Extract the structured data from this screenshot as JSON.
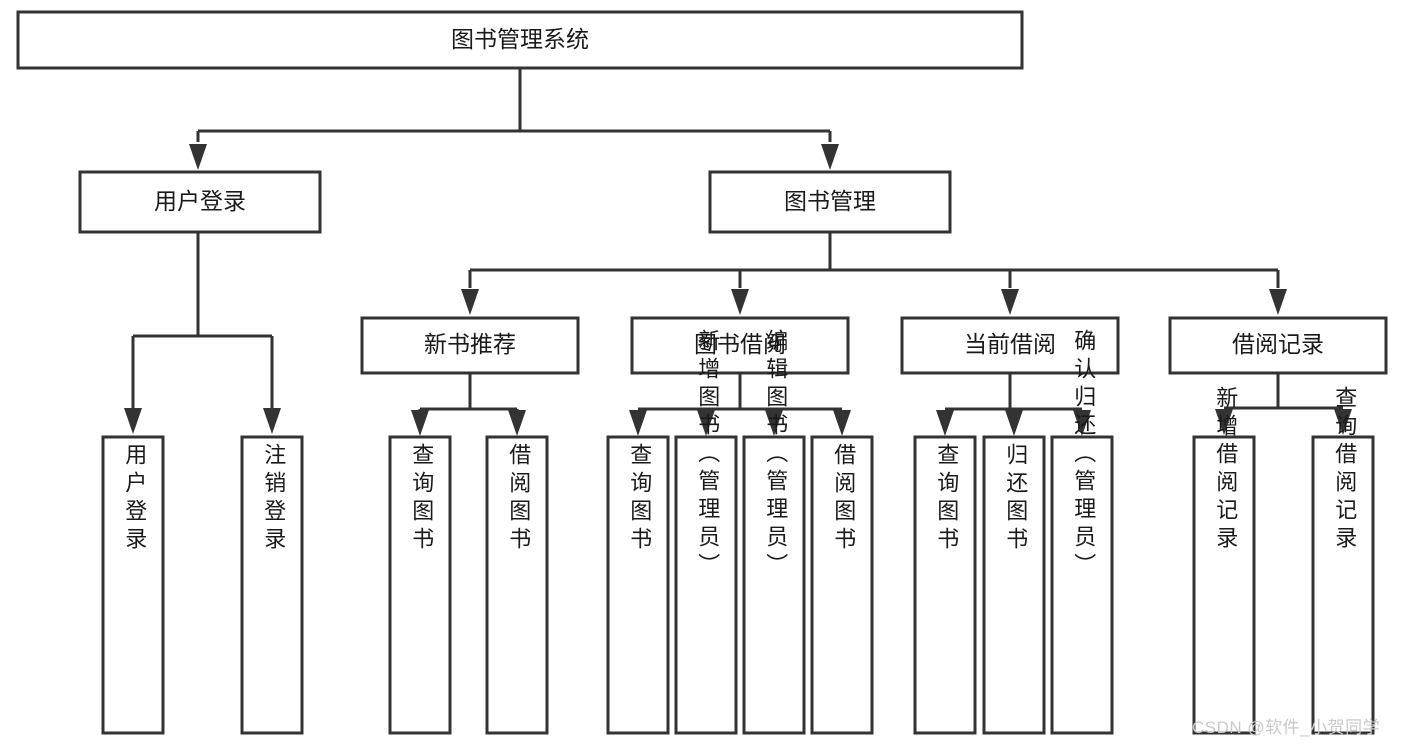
{
  "diagram": {
    "type": "tree",
    "title": "图书管理系统",
    "root": {
      "id": "root",
      "label": "图书管理系统",
      "orientation": "horizontal"
    },
    "level1": [
      {
        "id": "user-login",
        "label": "用户登录",
        "orientation": "horizontal"
      },
      {
        "id": "book-manage",
        "label": "图书管理",
        "orientation": "horizontal"
      }
    ],
    "level2": [
      {
        "id": "new-book-recommend",
        "label": "新书推荐",
        "parent": "book-manage",
        "orientation": "horizontal"
      },
      {
        "id": "book-borrow",
        "label": "图书借阅",
        "parent": "book-manage",
        "orientation": "horizontal"
      },
      {
        "id": "current-borrow",
        "label": "当前借阅",
        "parent": "book-manage",
        "orientation": "horizontal"
      },
      {
        "id": "borrow-record",
        "label": "借阅记录",
        "parent": "book-manage",
        "orientation": "horizontal"
      }
    ],
    "leaves": [
      {
        "id": "leaf-user-login",
        "label": "用户登录",
        "parent": "user-login",
        "orientation": "vertical"
      },
      {
        "id": "leaf-user-logout",
        "label": "注销登录",
        "parent": "user-login",
        "orientation": "vertical"
      },
      {
        "id": "leaf-query-book-1",
        "label": "查询图书",
        "parent": "new-book-recommend",
        "orientation": "vertical"
      },
      {
        "id": "leaf-borrow-book-1",
        "label": "借阅图书",
        "parent": "new-book-recommend",
        "orientation": "vertical"
      },
      {
        "id": "leaf-query-book-2",
        "label": "查询图书",
        "parent": "book-borrow",
        "orientation": "vertical"
      },
      {
        "id": "leaf-add-book",
        "label": "新增图书（管理员）",
        "parent": "book-borrow",
        "orientation": "vertical"
      },
      {
        "id": "leaf-edit-book",
        "label": "编辑图书（管理员）",
        "parent": "book-borrow",
        "orientation": "vertical"
      },
      {
        "id": "leaf-borrow-book-2",
        "label": "借阅图书",
        "parent": "book-borrow",
        "orientation": "vertical"
      },
      {
        "id": "leaf-query-book-3",
        "label": "查询图书",
        "parent": "current-borrow",
        "orientation": "vertical"
      },
      {
        "id": "leaf-return-book",
        "label": "归还图书",
        "parent": "current-borrow",
        "orientation": "vertical"
      },
      {
        "id": "leaf-confirm-return",
        "label": "确认归还（管理员）",
        "parent": "current-borrow",
        "orientation": "vertical"
      },
      {
        "id": "leaf-add-record",
        "label": "新增借阅记录",
        "parent": "borrow-record",
        "orientation": "vertical"
      },
      {
        "id": "leaf-query-record",
        "label": "查询借阅记录",
        "parent": "borrow-record",
        "orientation": "vertical"
      }
    ],
    "colors": {
      "box_fill": "#ffffff",
      "box_stroke": "#333333",
      "text": "#1a1a1a",
      "connector": "#333333",
      "watermark": "#c9c9c9",
      "background": "#ffffff"
    }
  },
  "watermark": {
    "text": "CSDN @软件_小贺同学"
  }
}
